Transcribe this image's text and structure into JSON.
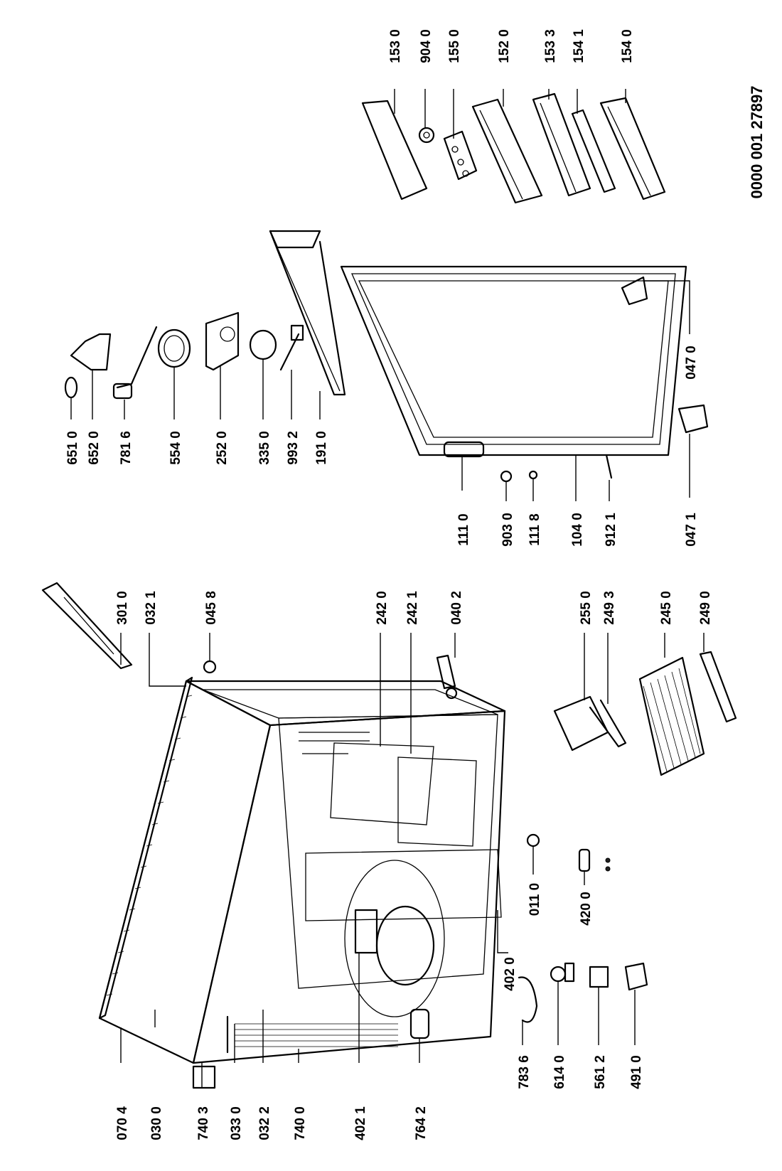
{
  "document_number": "0000 001 27897",
  "part_labels": [
    "153 0",
    "904 0",
    "155 0",
    "152 0",
    "153 3",
    "154 1",
    "154 0",
    "651 0",
    "652 0",
    "781 6",
    "554 0",
    "252 0",
    "335 0",
    "993 2",
    "191 0",
    "111 0",
    "903 0",
    "111 8",
    "104 0",
    "912 1",
    "047 1",
    "047 0",
    "301 0",
    "032 1",
    "045 8",
    "242 0",
    "242 1",
    "040 2",
    "255 0",
    "249 3",
    "245 0",
    "249 0",
    "070 4",
    "030 0",
    "740 3",
    "033 0",
    "032 2",
    "740 0",
    "402 1",
    "764 2",
    "011 0",
    "420 0",
    "402 0",
    "783 6",
    "614 0",
    "561 2",
    "491 0"
  ]
}
